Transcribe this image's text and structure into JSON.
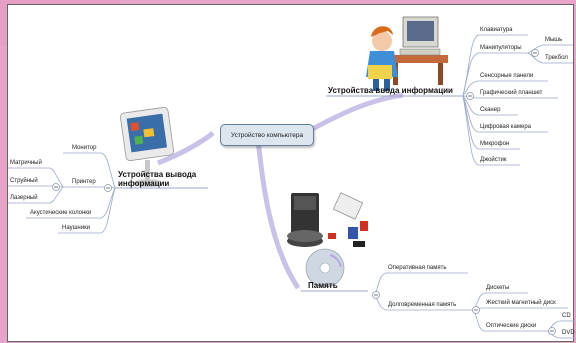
{
  "center": "Устройство компьютера",
  "input": {
    "title": "Устройства ввода информации",
    "items": [
      "Клавиатура",
      "Манипуляторы",
      "Сенсорные панели",
      "Графический планшет",
      "Сканер",
      "Цифровая камера",
      "Микрофон",
      "Джойстик"
    ],
    "manipulators": [
      "Мышь",
      "Трекбол"
    ]
  },
  "output": {
    "title_line1": "Устройства вывода",
    "title_line2": "информации",
    "items": [
      "Монитор",
      "Принтер",
      "Акустические колонки",
      "Наушники"
    ],
    "printers": [
      "Матричный",
      "Струйный",
      "Лазерный"
    ]
  },
  "memory": {
    "title": "Память",
    "items": [
      "Оперативная память",
      "Долговременная память"
    ],
    "long_term": [
      "Дискеты",
      "Жесткий магнитный диск",
      "Оптические диски"
    ],
    "optical": [
      "CD",
      "DVD"
    ]
  },
  "colors": {
    "branch": "#c9c1e8",
    "node_border": "#5f7f9b",
    "node_fill": "#dbe6ef",
    "background": "#e8a3c8"
  }
}
